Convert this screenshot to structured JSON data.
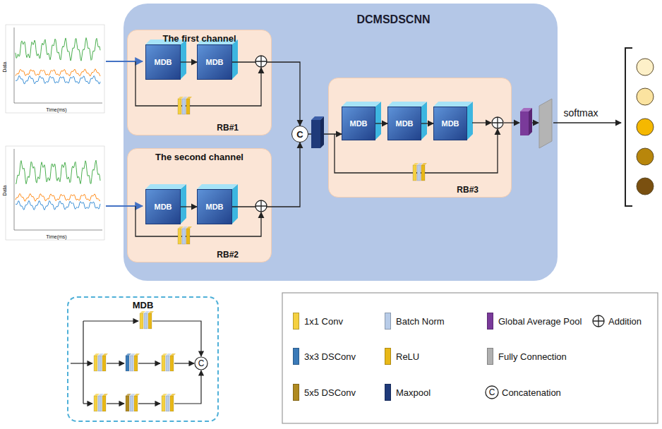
{
  "diagram": {
    "nodes": [
      {
        "text": [
          "DCMSDSCNN"
        ]
      },
      {
        "text": [
          "The first channel",
          "RB#1"
        ],
        "in": 0
      },
      {
        "text": [
          "MDB"
        ],
        "in": 1
      },
      {
        "text": [
          "MDB"
        ],
        "in": 1
      },
      {
        "text": [
          "The second channel",
          "RB#2"
        ],
        "in": 0
      },
      {
        "text": [
          "MDB"
        ],
        "in": 4
      },
      {
        "text": [
          "MDB"
        ],
        "in": 4
      },
      {
        "text": [
          "C"
        ],
        "in": 0
      },
      {
        "text": [
          "RB#3"
        ],
        "in": 0
      },
      {
        "text": [
          "MDB"
        ],
        "in": 8
      },
      {
        "text": [
          "MDB"
        ],
        "in": 8
      },
      {
        "text": [
          "MDB"
        ],
        "in": 8
      },
      {
        "text": [
          "MDB"
        ]
      }
    ],
    "edges": [
      {
        "from": 2,
        "to": 3,
        "arrow": "to"
      },
      {
        "from": 3,
        "to": 7,
        "arrow": "to"
      },
      {
        "from": 5,
        "to": 6,
        "arrow": "to"
      },
      {
        "from": 6,
        "to": 7,
        "arrow": "to"
      },
      {
        "from": 7,
        "to": 9,
        "arrow": "to"
      },
      {
        "from": 9,
        "to": 10,
        "arrow": "to"
      },
      {
        "from": 10,
        "to": 11,
        "arrow": "to"
      }
    ],
    "labels": [
      "softmax",
      "C",
      "C",
      "Data",
      "Time(ms)",
      "Data",
      "Time(ms)"
    ],
    "legend": [
      {
        "text": "1x1 Conv",
        "color": "#f5d040"
      },
      {
        "text": "Batch Norm",
        "color": "#b8cce8"
      },
      {
        "text": "Global Average Pool",
        "color": "#7a3a9a"
      },
      {
        "text": "Addition"
      },
      {
        "text": "3x3 DSConv",
        "color": "#3a7ab8"
      },
      {
        "text": "ReLU",
        "color": "#e8b818"
      },
      {
        "text": "Fully Connection",
        "color": "#b0b0b0"
      },
      {
        "text": "5x5 DSConv",
        "color": "#b08a20"
      },
      {
        "text": "Maxpool",
        "color": "#1f3a7a"
      },
      {
        "text": "Concatenation"
      }
    ]
  }
}
